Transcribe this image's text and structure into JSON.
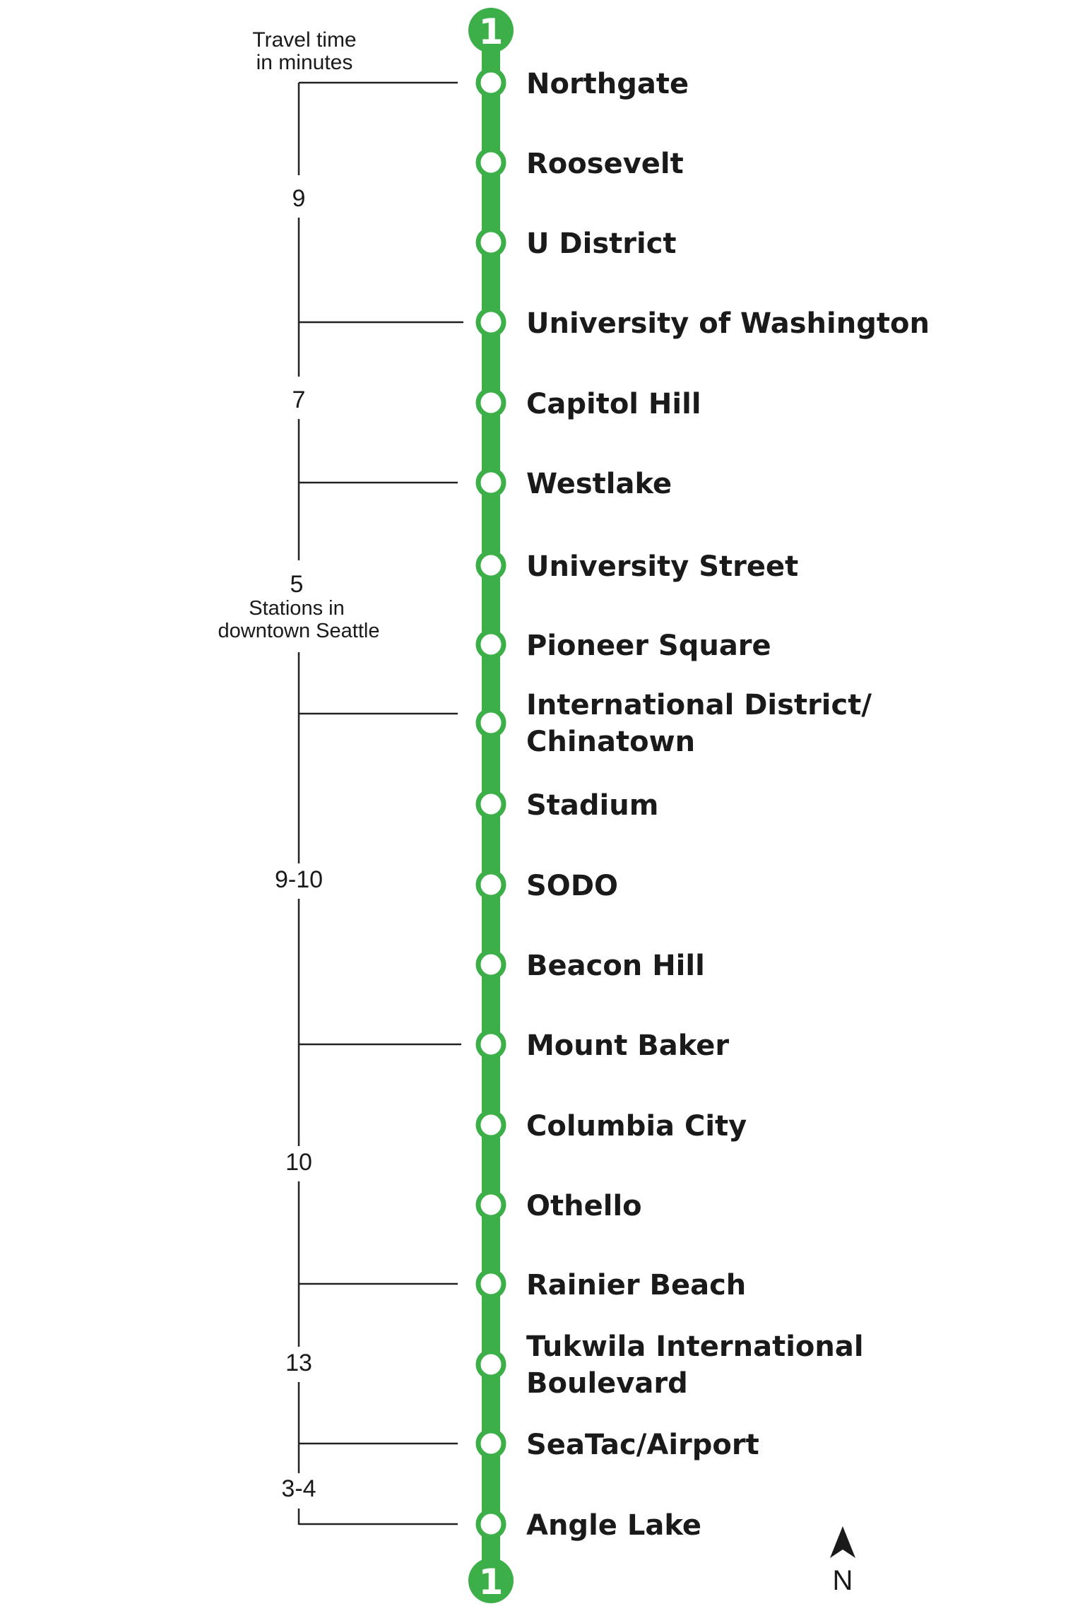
{
  "line": {
    "route_number": "1",
    "color": "#3daf49",
    "stations": [
      {
        "name": "Northgate"
      },
      {
        "name": "Roosevelt"
      },
      {
        "name": "U District"
      },
      {
        "name": "University of Washington"
      },
      {
        "name": "Capitol Hill"
      },
      {
        "name": "Westlake"
      },
      {
        "name": "University Street"
      },
      {
        "name": "Pioneer Square"
      },
      {
        "name": "International District/",
        "name_line2": "Chinatown"
      },
      {
        "name": "Stadium"
      },
      {
        "name": "SODO"
      },
      {
        "name": "Beacon Hill"
      },
      {
        "name": "Mount Baker"
      },
      {
        "name": "Columbia City"
      },
      {
        "name": "Othello"
      },
      {
        "name": "Rainier Beach"
      },
      {
        "name": "Tukwila International",
        "name_line2": "Boulevard"
      },
      {
        "name": "SeaTac/Airport"
      },
      {
        "name": "Angle Lake"
      }
    ]
  },
  "travel_time": {
    "heading_line1": "Travel time",
    "heading_line2": "in minutes",
    "segments": [
      {
        "from": "Northgate",
        "to": "University of Washington",
        "minutes": "9"
      },
      {
        "from": "University of Washington",
        "to": "Westlake",
        "minutes": "7"
      },
      {
        "from": "Westlake",
        "to": "International District/Chinatown",
        "minutes": "5",
        "note_line1": "Stations in",
        "note_line2": "downtown Seattle"
      },
      {
        "from": "International District/Chinatown",
        "to": "Mount Baker",
        "minutes": "9-10"
      },
      {
        "from": "Mount Baker",
        "to": "Rainier Beach",
        "minutes": "10"
      },
      {
        "from": "Rainier Beach",
        "to": "SeaTac/Airport",
        "minutes": "13"
      },
      {
        "from": "SeaTac/Airport",
        "to": "Angle Lake",
        "minutes": "3-4"
      }
    ]
  },
  "north_arrow": {
    "label": "N"
  }
}
